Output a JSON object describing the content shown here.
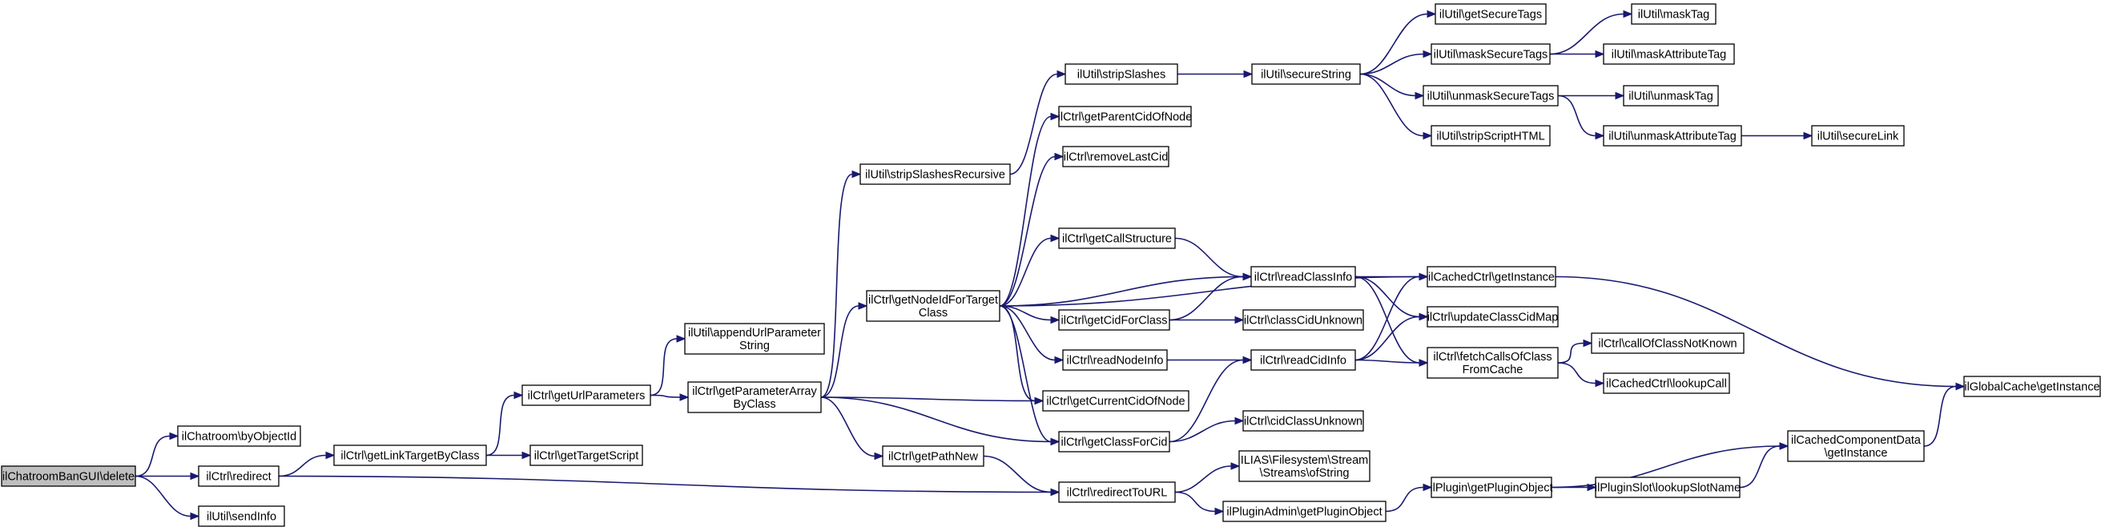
{
  "diagram": {
    "edge_color": "#191970",
    "root_fill": "#bfbfbf",
    "nodes": [
      {
        "id": "root",
        "lines": [
          "ilChatroomBanGUI\\delete"
        ],
        "root": true
      },
      {
        "id": "byObjectId",
        "lines": [
          "ilChatroom\\byObjectId"
        ]
      },
      {
        "id": "redirect",
        "lines": [
          "ilCtrl\\redirect"
        ]
      },
      {
        "id": "sendInfo",
        "lines": [
          "ilUtil\\sendInfo"
        ]
      },
      {
        "id": "getLinkTargetByClass",
        "lines": [
          "ilCtrl\\getLinkTargetByClass"
        ]
      },
      {
        "id": "getUrlParameters",
        "lines": [
          "ilCtrl\\getUrlParameters"
        ]
      },
      {
        "id": "getTargetScript",
        "lines": [
          "ilCtrl\\getTargetScript"
        ]
      },
      {
        "id": "appendUrlParameterString",
        "lines": [
          "ilUtil\\appendUrlParameter",
          "String"
        ]
      },
      {
        "id": "getParameterArrayByClass",
        "lines": [
          "ilCtrl\\getParameterArray",
          "ByClass"
        ]
      },
      {
        "id": "stripSlashesRecursive",
        "lines": [
          "ilUtil\\stripSlashesRecursive"
        ]
      },
      {
        "id": "getNodeIdForTargetClass",
        "lines": [
          "ilCtrl\\getNodeIdForTarget",
          "Class"
        ]
      },
      {
        "id": "getPathNew",
        "lines": [
          "ilCtrl\\getPathNew"
        ]
      },
      {
        "id": "stripSlashes",
        "lines": [
          "ilUtil\\stripSlashes"
        ]
      },
      {
        "id": "getParentCidOfNode",
        "lines": [
          "ilCtrl\\getParentCidOfNode"
        ]
      },
      {
        "id": "removeLastCid",
        "lines": [
          "ilCtrl\\removeLastCid"
        ]
      },
      {
        "id": "getCallStructure",
        "lines": [
          "ilCtrl\\getCallStructure"
        ]
      },
      {
        "id": "getCidForClass",
        "lines": [
          "ilCtrl\\getCidForClass"
        ]
      },
      {
        "id": "readNodeInfo",
        "lines": [
          "ilCtrl\\readNodeInfo"
        ]
      },
      {
        "id": "getCurrentCidOfNode",
        "lines": [
          "ilCtrl\\getCurrentCidOfNode"
        ]
      },
      {
        "id": "getClassForCid",
        "lines": [
          "ilCtrl\\getClassForCid"
        ]
      },
      {
        "id": "redirectToURL",
        "lines": [
          "ilCtrl\\redirectToURL"
        ]
      },
      {
        "id": "secureString",
        "lines": [
          "ilUtil\\secureString"
        ]
      },
      {
        "id": "readClassInfo",
        "lines": [
          "ilCtrl\\readClassInfo"
        ]
      },
      {
        "id": "classCidUnknown",
        "lines": [
          "ilCtrl\\classCidUnknown"
        ]
      },
      {
        "id": "readCidInfo",
        "lines": [
          "ilCtrl\\readCidInfo"
        ]
      },
      {
        "id": "cidClassUnknown",
        "lines": [
          "ilCtrl\\cidClassUnknown"
        ]
      },
      {
        "id": "ofString",
        "lines": [
          "ILIAS\\Filesystem\\Stream",
          "\\Streams\\ofString"
        ]
      },
      {
        "id": "adminGetPluginObject",
        "lines": [
          "ilPluginAdmin\\getPluginObject"
        ]
      },
      {
        "id": "getSecureTags",
        "lines": [
          "ilUtil\\getSecureTags"
        ]
      },
      {
        "id": "maskSecureTags",
        "lines": [
          "ilUtil\\maskSecureTags"
        ]
      },
      {
        "id": "unmaskSecureTags",
        "lines": [
          "ilUtil\\unmaskSecureTags"
        ]
      },
      {
        "id": "stripScriptHTML",
        "lines": [
          "ilUtil\\stripScriptHTML"
        ]
      },
      {
        "id": "cachedCtrlGetInstance",
        "lines": [
          "ilCachedCtrl\\getInstance"
        ]
      },
      {
        "id": "updateClassCidMap",
        "lines": [
          "ilCtrl\\updateClassCidMap"
        ]
      },
      {
        "id": "fetchCallsOfClassFromCache",
        "lines": [
          "ilCtrl\\fetchCallsOfClass",
          "FromCache"
        ]
      },
      {
        "id": "pluginGetPluginObject",
        "lines": [
          "ilPlugin\\getPluginObject"
        ]
      },
      {
        "id": "maskTag",
        "lines": [
          "ilUtil\\maskTag"
        ]
      },
      {
        "id": "maskAttributeTag",
        "lines": [
          "ilUtil\\maskAttributeTag"
        ]
      },
      {
        "id": "unmaskTag",
        "lines": [
          "ilUtil\\unmaskTag"
        ]
      },
      {
        "id": "unmaskAttributeTag",
        "lines": [
          "ilUtil\\unmaskAttributeTag"
        ]
      },
      {
        "id": "callOfClassNotKnown",
        "lines": [
          "ilCtrl\\callOfClassNotKnown"
        ]
      },
      {
        "id": "lookupCall",
        "lines": [
          "ilCachedCtrl\\lookupCall"
        ]
      },
      {
        "id": "lookupSlotName",
        "lines": [
          "ilPluginSlot\\lookupSlotName"
        ]
      },
      {
        "id": "cachedComponentDataGetInstance",
        "lines": [
          "ilCachedComponentData",
          "\\getInstance"
        ]
      },
      {
        "id": "secureLink",
        "lines": [
          "ilUtil\\secureLink"
        ]
      },
      {
        "id": "globalCacheGetInstance",
        "lines": [
          "ilGlobalCache\\getInstance"
        ]
      }
    ],
    "edges": [
      [
        "root",
        "byObjectId"
      ],
      [
        "root",
        "redirect"
      ],
      [
        "root",
        "sendInfo"
      ],
      [
        "redirect",
        "getLinkTargetByClass"
      ],
      [
        "redirect",
        "redirectToURL"
      ],
      [
        "getLinkTargetByClass",
        "getUrlParameters"
      ],
      [
        "getLinkTargetByClass",
        "getTargetScript"
      ],
      [
        "getUrlParameters",
        "appendUrlParameterString"
      ],
      [
        "getUrlParameters",
        "getParameterArrayByClass"
      ],
      [
        "getParameterArrayByClass",
        "stripSlashesRecursive"
      ],
      [
        "getParameterArrayByClass",
        "getNodeIdForTargetClass"
      ],
      [
        "getParameterArrayByClass",
        "getCurrentCidOfNode"
      ],
      [
        "getParameterArrayByClass",
        "getClassForCid"
      ],
      [
        "getParameterArrayByClass",
        "getPathNew"
      ],
      [
        "stripSlashesRecursive",
        "stripSlashes"
      ],
      [
        "stripSlashes",
        "secureString"
      ],
      [
        "secureString",
        "getSecureTags"
      ],
      [
        "secureString",
        "maskSecureTags"
      ],
      [
        "secureString",
        "unmaskSecureTags"
      ],
      [
        "secureString",
        "stripScriptHTML"
      ],
      [
        "maskSecureTags",
        "maskTag"
      ],
      [
        "maskSecureTags",
        "maskAttributeTag"
      ],
      [
        "unmaskSecureTags",
        "unmaskTag"
      ],
      [
        "unmaskSecureTags",
        "unmaskAttributeTag"
      ],
      [
        "unmaskAttributeTag",
        "secureLink"
      ],
      [
        "getNodeIdForTargetClass",
        "getParentCidOfNode"
      ],
      [
        "getNodeIdForTargetClass",
        "removeLastCid"
      ],
      [
        "getNodeIdForTargetClass",
        "cachedCtrlGetInstance"
      ],
      [
        "getNodeIdForTargetClass",
        "getCallStructure"
      ],
      [
        "getNodeIdForTargetClass",
        "readClassInfo"
      ],
      [
        "getNodeIdForTargetClass",
        "getCidForClass"
      ],
      [
        "getNodeIdForTargetClass",
        "readNodeInfo"
      ],
      [
        "getNodeIdForTargetClass",
        "getCurrentCidOfNode"
      ],
      [
        "getNodeIdForTargetClass",
        "getClassForCid"
      ],
      [
        "getCallStructure",
        "readClassInfo"
      ],
      [
        "getCidForClass",
        "readClassInfo"
      ],
      [
        "getCidForClass",
        "classCidUnknown"
      ],
      [
        "readNodeInfo",
        "readCidInfo"
      ],
      [
        "getClassForCid",
        "readCidInfo"
      ],
      [
        "getClassForCid",
        "cidClassUnknown"
      ],
      [
        "readClassInfo",
        "cachedCtrlGetInstance"
      ],
      [
        "readClassInfo",
        "updateClassCidMap"
      ],
      [
        "readClassInfo",
        "fetchCallsOfClassFromCache"
      ],
      [
        "readCidInfo",
        "cachedCtrlGetInstance"
      ],
      [
        "readCidInfo",
        "updateClassCidMap"
      ],
      [
        "readCidInfo",
        "fetchCallsOfClassFromCache"
      ],
      [
        "fetchCallsOfClassFromCache",
        "callOfClassNotKnown"
      ],
      [
        "fetchCallsOfClassFromCache",
        "lookupCall"
      ],
      [
        "cachedCtrlGetInstance",
        "globalCacheGetInstance"
      ],
      [
        "getPathNew",
        "redirectToURL"
      ],
      [
        "redirectToURL",
        "ofString"
      ],
      [
        "redirectToURL",
        "adminGetPluginObject"
      ],
      [
        "adminGetPluginObject",
        "pluginGetPluginObject"
      ],
      [
        "pluginGetPluginObject",
        "cachedComponentDataGetInstance"
      ],
      [
        "pluginGetPluginObject",
        "lookupSlotName"
      ],
      [
        "lookupSlotName",
        "cachedComponentDataGetInstance"
      ],
      [
        "cachedComponentDataGetInstance",
        "globalCacheGetInstance"
      ]
    ]
  }
}
